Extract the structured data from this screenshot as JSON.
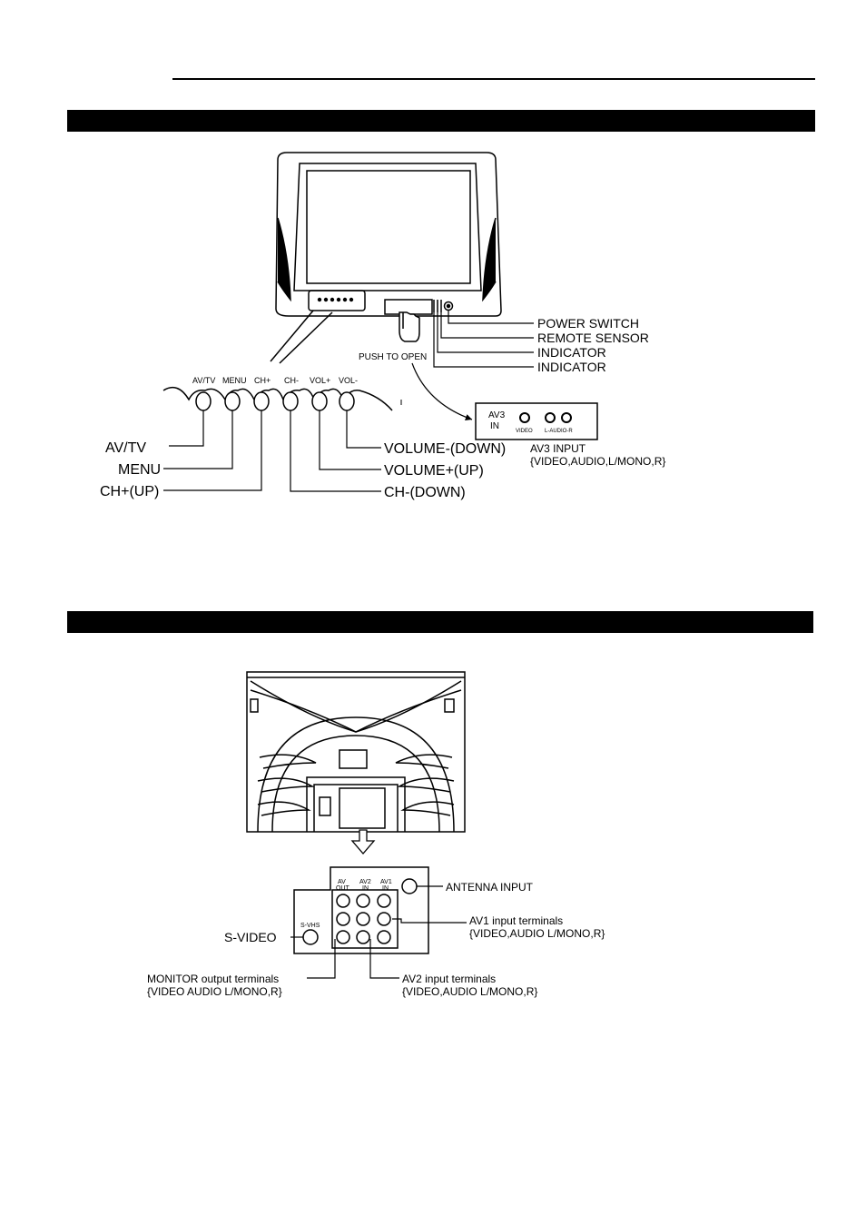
{
  "front": {
    "buttons_top": [
      "AV/TV",
      "MENU",
      "CH+",
      "CH-",
      "VOL+",
      "VOL-"
    ],
    "callouts_left": [
      "AV/TV",
      "MENU",
      "CH+(UP)"
    ],
    "callouts_right": [
      "VOLUME-(DOWN)",
      "VOLUME+(UP)",
      "CH-(DOWN)"
    ],
    "push_to_open": "PUSH TO OPEN",
    "side_labels": [
      "POWER SWITCH",
      "REMOTE SENSOR",
      "INDICATOR",
      "INDICATOR"
    ],
    "av3_panel": {
      "title_line1": "AV3",
      "title_line2": "IN",
      "video": "VIDEO",
      "audio": "L-AUDIO-R"
    },
    "av3_caption_line1": "AV3 INPUT",
    "av3_caption_line2": "{VIDEO,AUDIO,L/MONO,R}"
  },
  "rear": {
    "jack_headers": [
      {
        "line1": "AV",
        "line2": "OUT"
      },
      {
        "line1": "AV2",
        "line2": "IN"
      },
      {
        "line1": "AV1",
        "line2": "IN"
      }
    ],
    "svhs": "S-VHS",
    "antenna": "ANTENNA INPUT",
    "av1_line1": "AV1 input terminals",
    "av1_line2": "{VIDEO,AUDIO L/MONO,R}",
    "svideo": "S-VIDEO",
    "monitor_line1": "MONITOR output terminals",
    "monitor_line2": "{VIDEO AUDIO L/MONO,R}",
    "av2_line1": "AV2 input terminals",
    "av2_line2": "{VIDEO,AUDIO L/MONO,R}"
  }
}
